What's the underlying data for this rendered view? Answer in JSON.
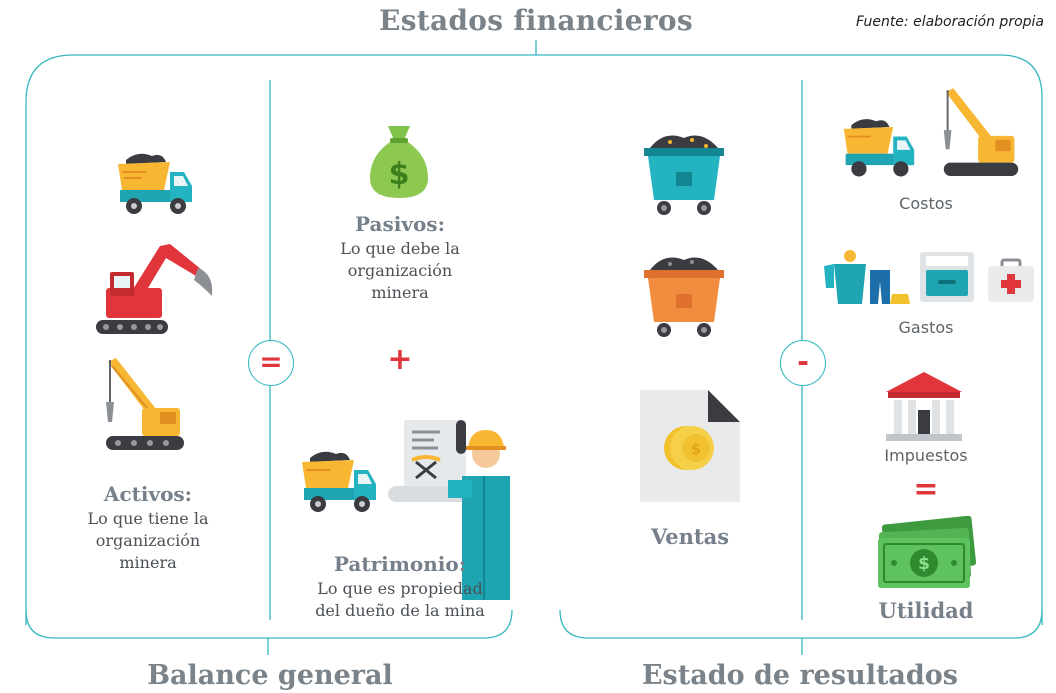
{
  "title": "Estados financieros",
  "source": "Fuente: elaboración propia",
  "balance": {
    "label": "Balance general",
    "equals_symbol": "=",
    "activos": {
      "heading": "Activos:",
      "lines": [
        "Lo que tiene la",
        "organización",
        "minera"
      ]
    },
    "pasivos": {
      "heading": "Pasivos:",
      "lines": [
        "Lo que debe la",
        "organización",
        "minera"
      ]
    },
    "plus_symbol": "+",
    "patrimonio": {
      "heading": "Patrimonio:",
      "lines": [
        "Lo que es propiedad",
        "del dueño de la mina"
      ]
    }
  },
  "resultados": {
    "label": "Estado de resultados",
    "ventas": "Ventas",
    "minus_symbol": "-",
    "costos": "Costos",
    "gastos": "Gastos",
    "impuestos": "Impuestos",
    "equals_symbol": "=",
    "utilidad": "Utilidad"
  },
  "icons": {
    "money_bag_symbol": "$",
    "coin_symbol": "$",
    "bill_symbol": "$"
  }
}
